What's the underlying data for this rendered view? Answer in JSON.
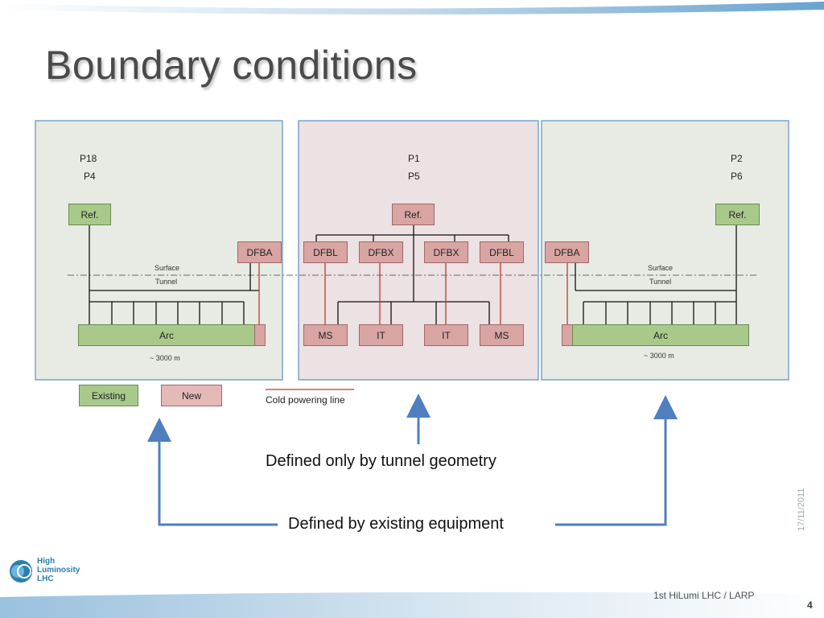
{
  "slide": {
    "title": "Boundary conditions",
    "footer": "1st HiLumi LHC / LARP",
    "date": "17/11/2011",
    "page_number": "4",
    "logo": {
      "line1": "High",
      "line2": "Luminosity",
      "line3": "LHC"
    }
  },
  "diagram": {
    "left_panel": {
      "points": [
        "P18",
        "P4"
      ],
      "ref_label": "Ref.",
      "dfb_label": "DFBA",
      "surface_label": "Surface",
      "tunnel_label": "Tunnel",
      "arc_label": "Arc",
      "length_label": "~ 3000 m"
    },
    "center_panel": {
      "points": [
        "P1",
        "P5"
      ],
      "ref_label": "Ref.",
      "dfb_labels": [
        "DFBL",
        "DFBX",
        "DFBX",
        "DFBL"
      ],
      "magnet_labels": [
        "MS",
        "IT",
        "IT",
        "MS"
      ]
    },
    "right_panel": {
      "points": [
        "P2",
        "P6"
      ],
      "ref_label": "Ref.",
      "dfb_label": "DFBA",
      "surface_label": "Surface",
      "tunnel_label": "Tunnel",
      "arc_label": "Arc",
      "length_label": "~ 3000 m"
    },
    "legend": {
      "existing": "Existing",
      "new": "New",
      "cold_line": "Cold powering line"
    },
    "annotations": {
      "tunnel_geometry": "Defined only by tunnel geometry",
      "existing_equipment": "Defined by existing equipment"
    },
    "colors": {
      "existing_fill": "#a9c98a",
      "new_fill": "#d9a5a3",
      "cold_line": "#c0392b",
      "arrow": "#4f7fbf",
      "side_panel_bg": "#e7ebe4",
      "center_panel_bg": "#ece1e3"
    }
  }
}
